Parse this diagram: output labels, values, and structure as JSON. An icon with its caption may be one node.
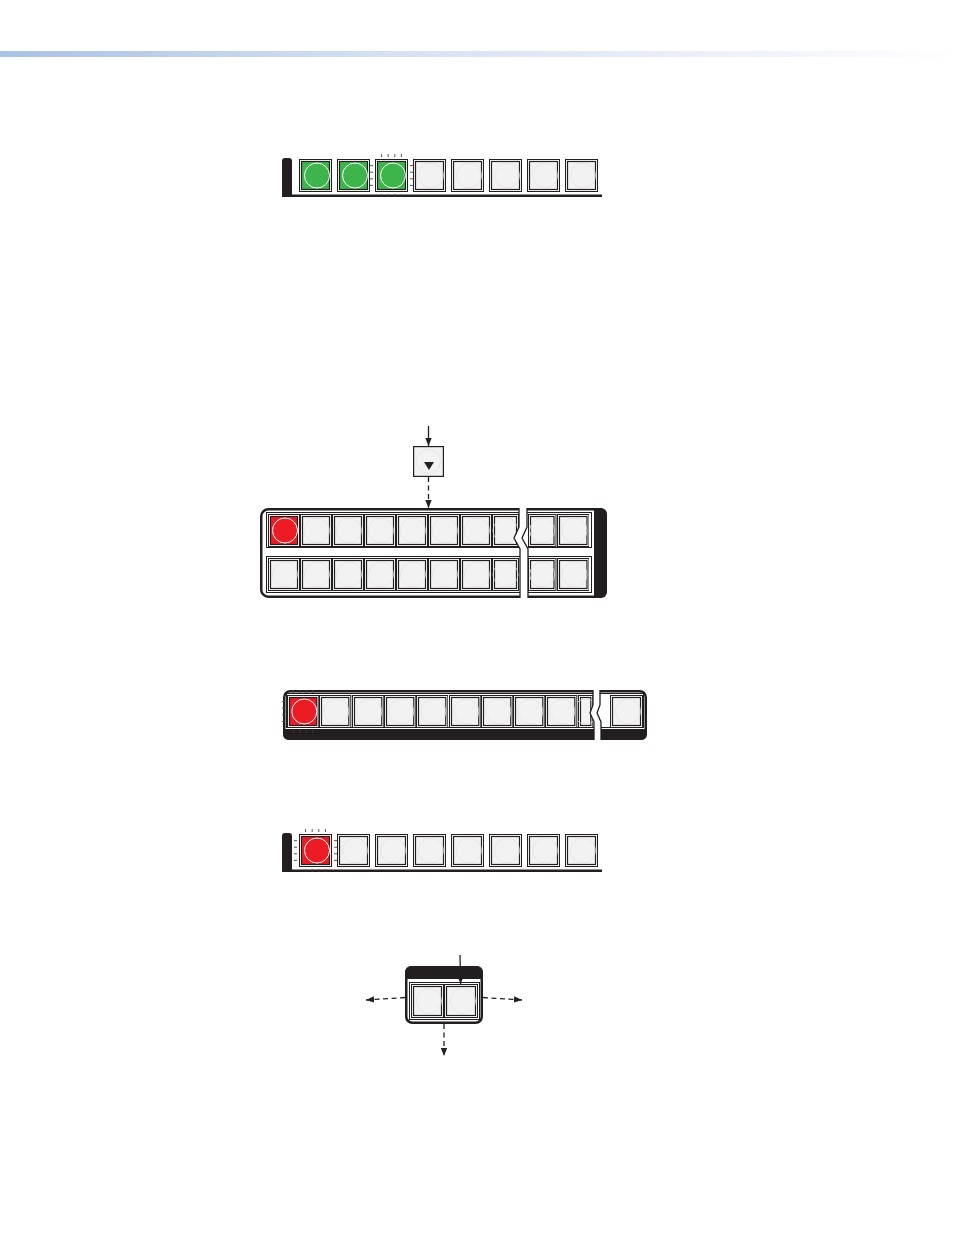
{
  "diagram": {
    "nodes": [
      {
        "text": [],
        "shape": "box"
      },
      {
        "text": [],
        "shape": "box"
      },
      {
        "text": [],
        "shape": "box"
      },
      {
        "text": [],
        "shape": "box"
      },
      {
        "text": [],
        "shape": "box"
      },
      {
        "text": [],
        "shape": "box"
      },
      {
        "text": [],
        "shape": "box"
      },
      {
        "text": [],
        "shape": "box"
      },
      {
        "text": [],
        "shape": "box"
      },
      {
        "text": [],
        "shape": "box"
      },
      {
        "text": [],
        "shape": "box",
        "in": 9
      },
      {
        "text": [],
        "shape": "box",
        "in": 9
      },
      {
        "text": [],
        "shape": "box",
        "in": 9
      },
      {
        "text": [],
        "shape": "box",
        "in": 9
      },
      {
        "text": [],
        "shape": "box",
        "in": 9
      },
      {
        "text": [],
        "shape": "box",
        "in": 9
      },
      {
        "text": [],
        "shape": "box",
        "in": 9
      },
      {
        "text": [],
        "shape": "box",
        "in": 9
      },
      {
        "text": [],
        "shape": "box",
        "in": 9
      },
      {
        "text": [],
        "shape": "box",
        "in": 9
      },
      {
        "text": [],
        "shape": "box",
        "in": 9
      },
      {
        "text": [],
        "shape": "box",
        "in": 9
      },
      {
        "text": [],
        "shape": "box",
        "in": 9
      },
      {
        "text": [],
        "shape": "box",
        "in": 9
      },
      {
        "text": [],
        "shape": "box",
        "in": 9
      },
      {
        "text": [],
        "shape": "box",
        "in": 9
      },
      {
        "text": [],
        "shape": "box",
        "in": 9
      },
      {
        "text": [],
        "shape": "box",
        "in": 9
      },
      {
        "text": [],
        "shape": "box",
        "in": 9
      },
      {
        "text": [],
        "shape": "box",
        "in": 9
      },
      {
        "text": [],
        "shape": "box"
      },
      {
        "text": [],
        "shape": "box",
        "in": 30
      },
      {
        "text": [],
        "shape": "box",
        "in": 30
      },
      {
        "text": [],
        "shape": "box",
        "in": 30
      },
      {
        "text": [],
        "shape": "box",
        "in": 30
      },
      {
        "text": [],
        "shape": "box",
        "in": 30
      },
      {
        "text": [],
        "shape": "box",
        "in": 30
      },
      {
        "text": [],
        "shape": "box",
        "in": 30
      },
      {
        "text": [],
        "shape": "box",
        "in": 30
      },
      {
        "text": [],
        "shape": "box",
        "in": 30
      },
      {
        "text": [],
        "shape": "box",
        "in": 30
      },
      {
        "text": [],
        "shape": "box",
        "in": 30
      },
      {
        "text": [],
        "shape": "box"
      },
      {
        "text": [],
        "shape": "box"
      },
      {
        "text": [],
        "shape": "box"
      },
      {
        "text": [],
        "shape": "box"
      },
      {
        "text": [],
        "shape": "box"
      },
      {
        "text": [],
        "shape": "box"
      },
      {
        "text": [],
        "shape": "box"
      },
      {
        "text": [],
        "shape": "box"
      },
      {
        "text": [],
        "shape": "box"
      },
      {
        "text": [],
        "shape": "box",
        "in": 50
      },
      {
        "text": [],
        "shape": "box",
        "in": 50
      }
    ],
    "edges": [
      {
        "from": null,
        "to": 8,
        "arrow": "to"
      },
      {
        "from": 8,
        "to": 9,
        "arrow": "to",
        "style": "dashed"
      },
      {
        "from": null,
        "to": 52,
        "arrow": "to"
      },
      {
        "from": 50,
        "to": null,
        "arrow": "to",
        "style": "dashed"
      },
      {
        "from": 50,
        "to": null,
        "arrow": "to",
        "style": "dashed"
      },
      {
        "from": 50,
        "to": null,
        "arrow": "to",
        "style": "dashed"
      }
    ]
  }
}
